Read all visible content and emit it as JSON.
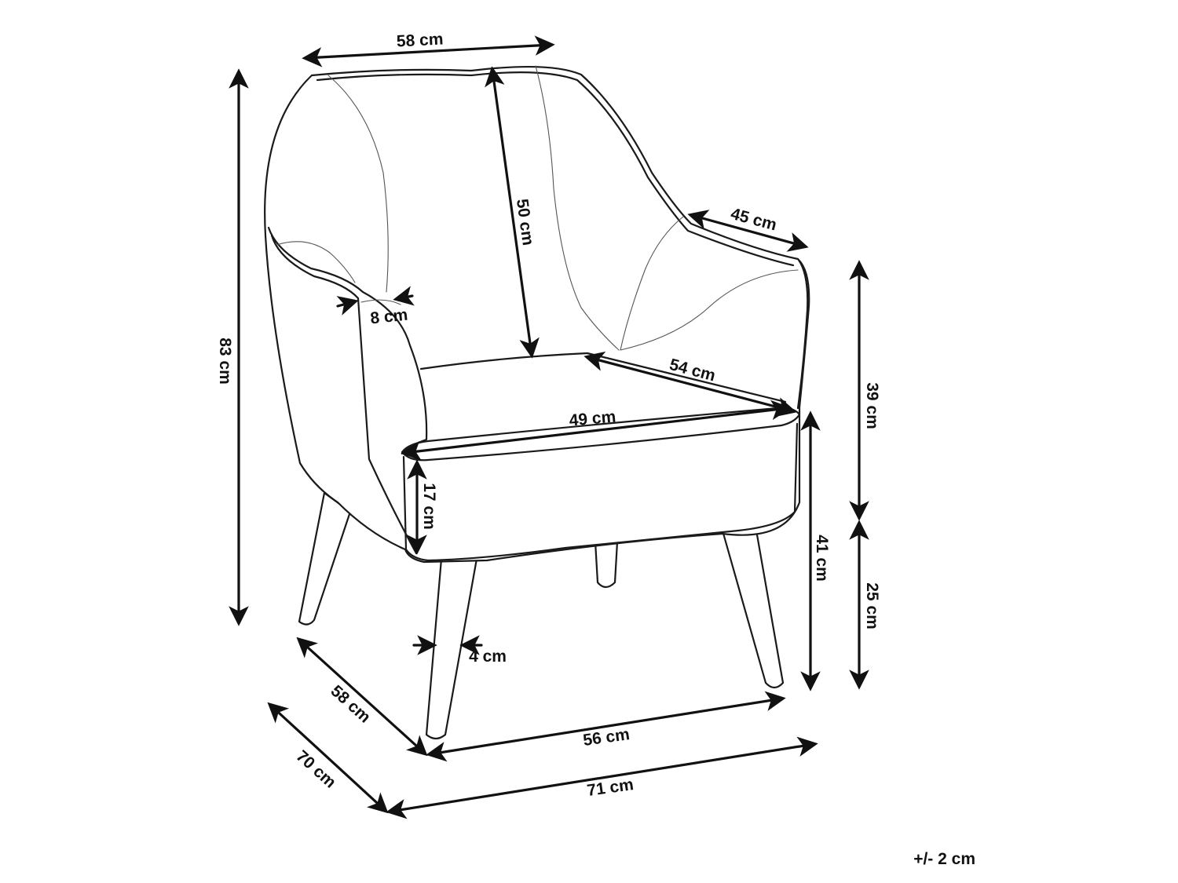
{
  "dimensions": {
    "top_width": "58 cm",
    "backrest_height": "50 cm",
    "armrest_depth": "45 cm",
    "total_height": "83 cm",
    "arm_width": "8 cm",
    "seat_depth": "54 cm",
    "seat_width": "49 cm",
    "back_height_above_seat": "39 cm",
    "cushion_height": "17 cm",
    "seat_height": "41 cm",
    "leg_height": "25 cm",
    "leg_width": "4 cm",
    "leg_depth_span": "58 cm",
    "total_depth": "70 cm",
    "leg_width_span": "56 cm",
    "total_width": "71 cm"
  },
  "tolerance": "+/- 2 cm"
}
